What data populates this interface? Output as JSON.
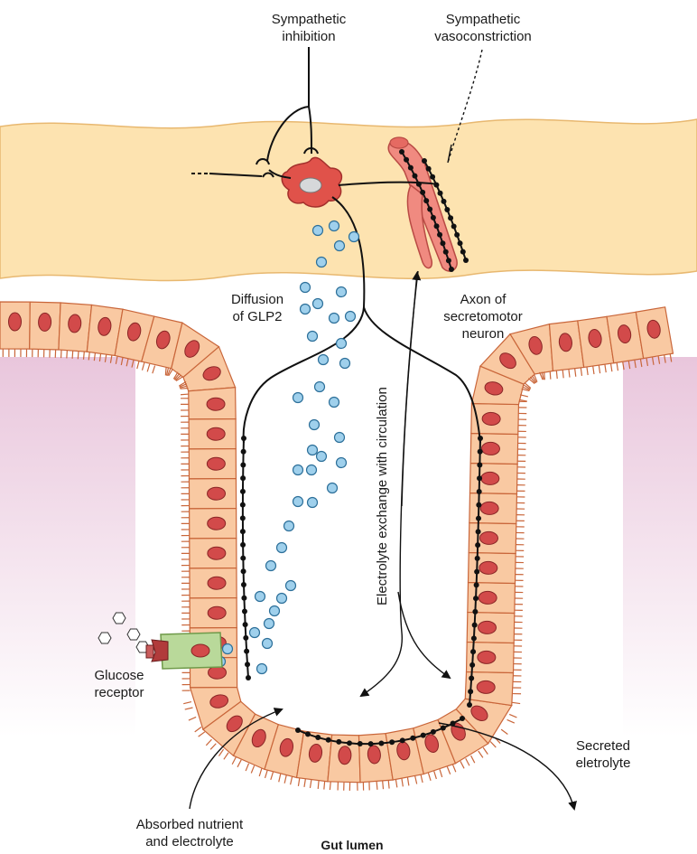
{
  "labels": {
    "sympathetic_inhibition": [
      "Sympathetic",
      "inhibition"
    ],
    "sympathetic_vasoconstriction": [
      "Sympathetic",
      "vasoconstriction"
    ],
    "diffusion_glp2": [
      "Diffusion",
      "of GLP2"
    ],
    "axon_secretomotor": [
      "Axon of",
      "secretomotor",
      "neuron"
    ],
    "electrolyte_exchange": "Electrolyte exchange with circulation",
    "glucose_receptor": [
      "Glucose",
      "receptor"
    ],
    "secreted_electrolyte": [
      "Secreted",
      "eletrolyte"
    ],
    "absorbed_nutrient": [
      "Absorbed nutrient",
      "and electrolyte"
    ],
    "gut_lumen": "Gut lumen"
  },
  "colors": {
    "submucosa_band": "#fde3b0",
    "submucosa_edge": "#e8b870",
    "epithelium_cell": "#f9c9a2",
    "epithelium_edge": "#c9663a",
    "nucleus": "#d24a4a",
    "lamina_propria": "#efd6e6",
    "glp2_particle": "#9fd0ec",
    "blood_vessel": "#f08a80",
    "neuron_body": "#e0524a",
    "l_cell": "#b9d99a"
  }
}
